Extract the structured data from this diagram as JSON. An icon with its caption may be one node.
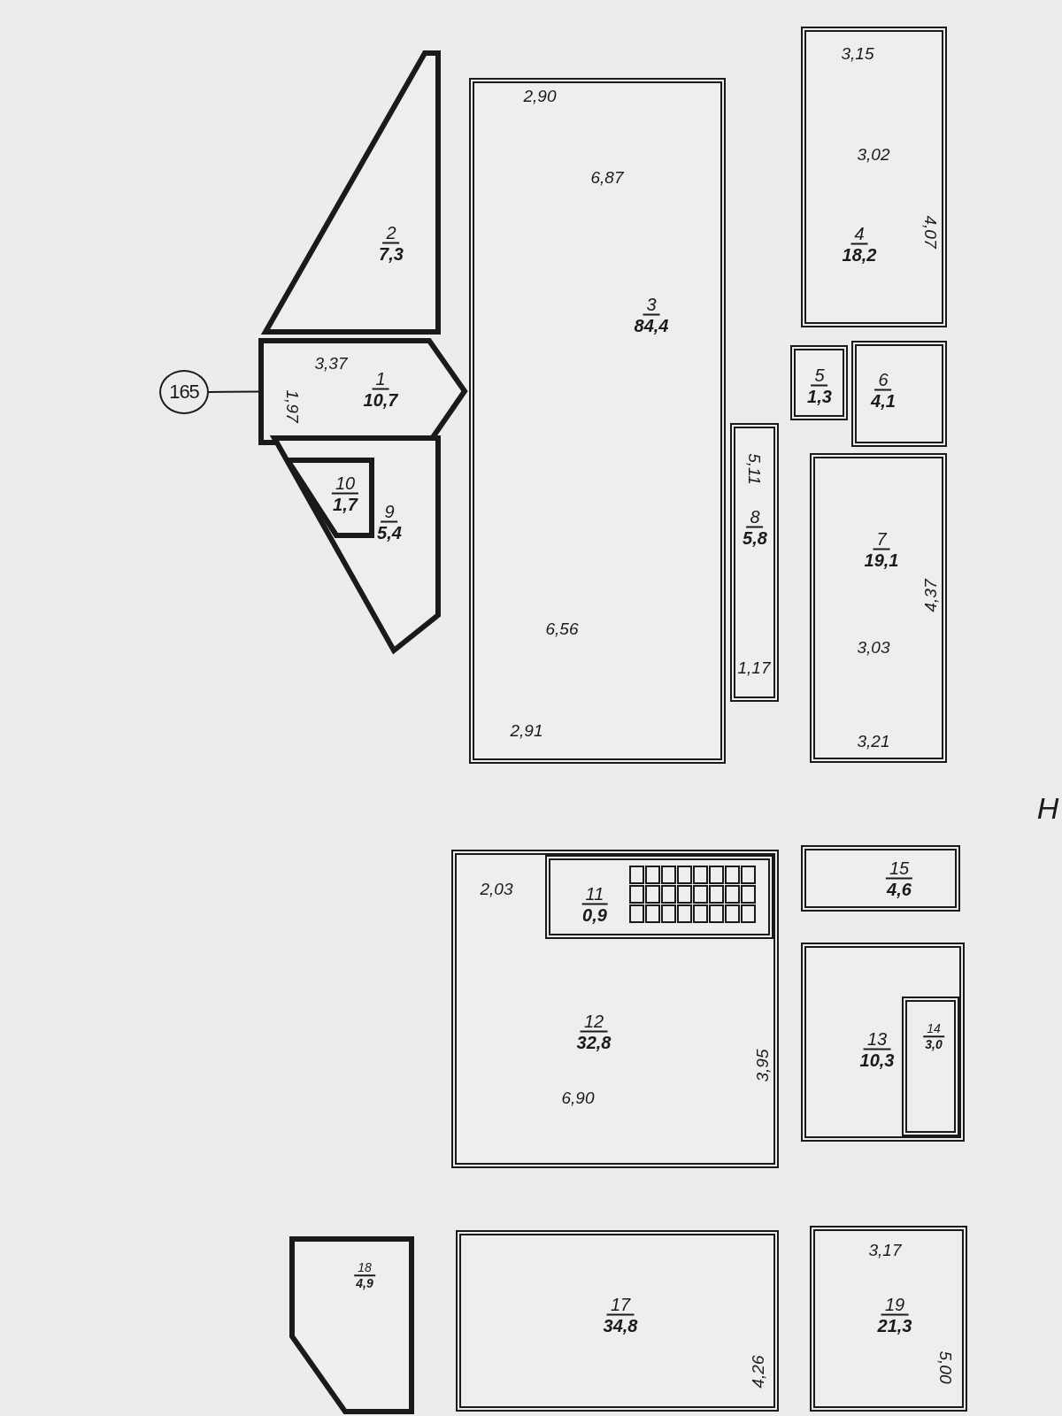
{
  "diagram": {
    "nodes": [
      {
        "text": [
          "1",
          "10,7"
        ]
      },
      {
        "text": [
          "2",
          "7,3"
        ]
      },
      {
        "text": [
          "3",
          "84,4"
        ]
      },
      {
        "text": [
          "4",
          "18,2"
        ]
      },
      {
        "text": [
          "5",
          "1,3"
        ]
      },
      {
        "text": [
          "6",
          "4,1"
        ]
      },
      {
        "text": [
          "7",
          "19,1"
        ]
      },
      {
        "text": [
          "8",
          "5,8"
        ]
      },
      {
        "text": [
          "9",
          "5,4"
        ]
      },
      {
        "text": [
          "10",
          "1,7"
        ],
        "in": 8
      },
      {
        "text": [
          "12",
          "32,8"
        ]
      },
      {
        "text": [
          "11",
          "0,9"
        ],
        "in": 10
      },
      {
        "text": [
          "13",
          "10,3"
        ]
      },
      {
        "text": [
          "14",
          "3,0"
        ],
        "in": 12
      },
      {
        "text": [
          "15",
          "4,6"
        ]
      },
      {
        "text": [
          "17",
          "34,8"
        ]
      },
      {
        "text": [
          "18",
          "4,9"
        ]
      },
      {
        "text": [
          "19",
          "21,3"
        ]
      },
      {
        "text": [
          "165"
        ]
      }
    ],
    "edges": [
      {
        "from": 18,
        "to": 0,
        "arrow": "none"
      }
    ],
    "labels": [
      "2,90",
      "6,87",
      "3,15",
      "3,02",
      "4,07",
      "3,37",
      "1,97",
      "6,56",
      "5,11",
      "1,17",
      "4,37",
      "3,03",
      "2,91",
      "3,21",
      "Н",
      "2,03",
      "3,95",
      "6,90",
      "3,17",
      "4,26",
      "5,00"
    ]
  }
}
